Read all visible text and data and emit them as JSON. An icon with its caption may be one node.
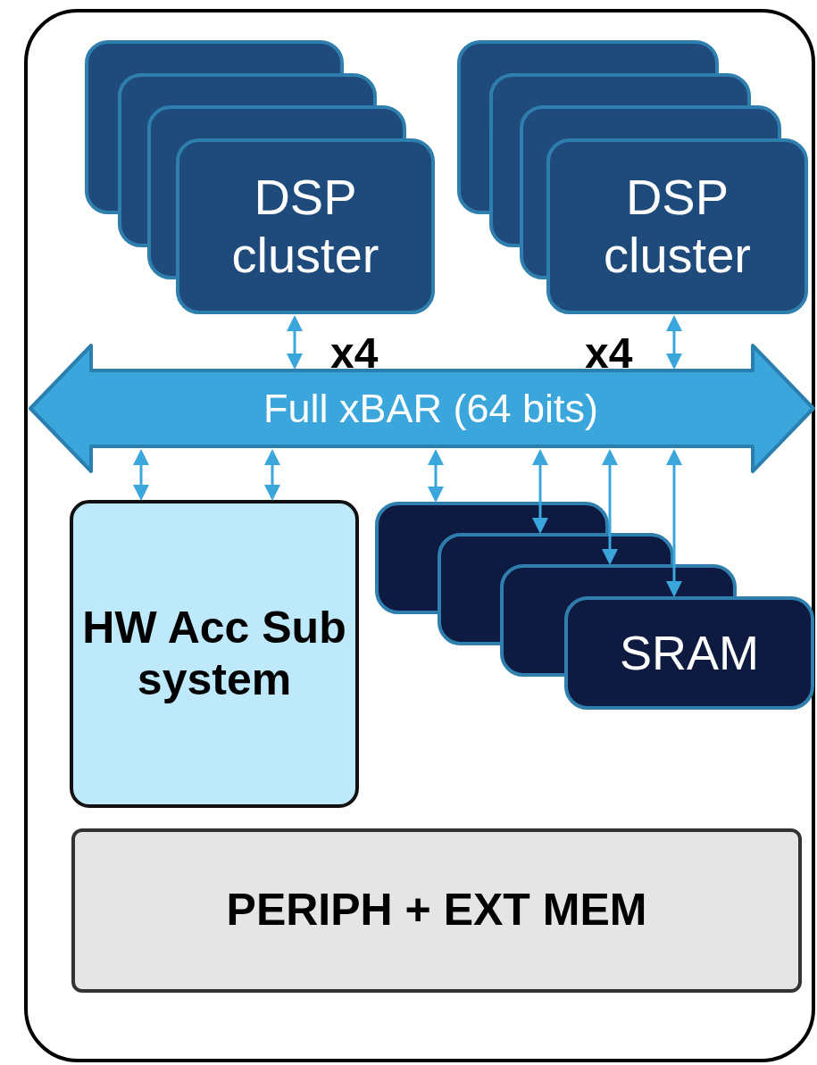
{
  "diagram": {
    "nodes": [
      {
        "text": [],
        "shape": "box"
      },
      {
        "text": [
          "DSP cluster"
        ],
        "in": 0
      },
      {
        "text": [
          "DSP cluster"
        ],
        "in": 0
      },
      {
        "text": [
          "Full xBAR (64 bits)"
        ],
        "in": 0
      },
      {
        "text": [
          "HW Acc Sub system"
        ],
        "in": 0
      },
      {
        "text": [
          "SRAM"
        ],
        "in": 0
      },
      {
        "text": [
          "PERIPH + EXT MEM"
        ],
        "in": 0
      }
    ],
    "edges": [
      {
        "from": 1,
        "to": 3,
        "arrow": "both"
      },
      {
        "from": 2,
        "to": 3,
        "arrow": "both"
      },
      {
        "from": 3,
        "to": 4,
        "arrow": "both"
      },
      {
        "from": 3,
        "to": 4,
        "arrow": "both"
      },
      {
        "from": 3,
        "to": 5,
        "arrow": "both"
      },
      {
        "from": 3,
        "to": 5,
        "arrow": "both"
      },
      {
        "from": 3,
        "to": 5,
        "arrow": "both"
      },
      {
        "from": 3,
        "to": 5,
        "arrow": "both"
      }
    ],
    "labels": [
      "x4",
      "x4"
    ]
  }
}
